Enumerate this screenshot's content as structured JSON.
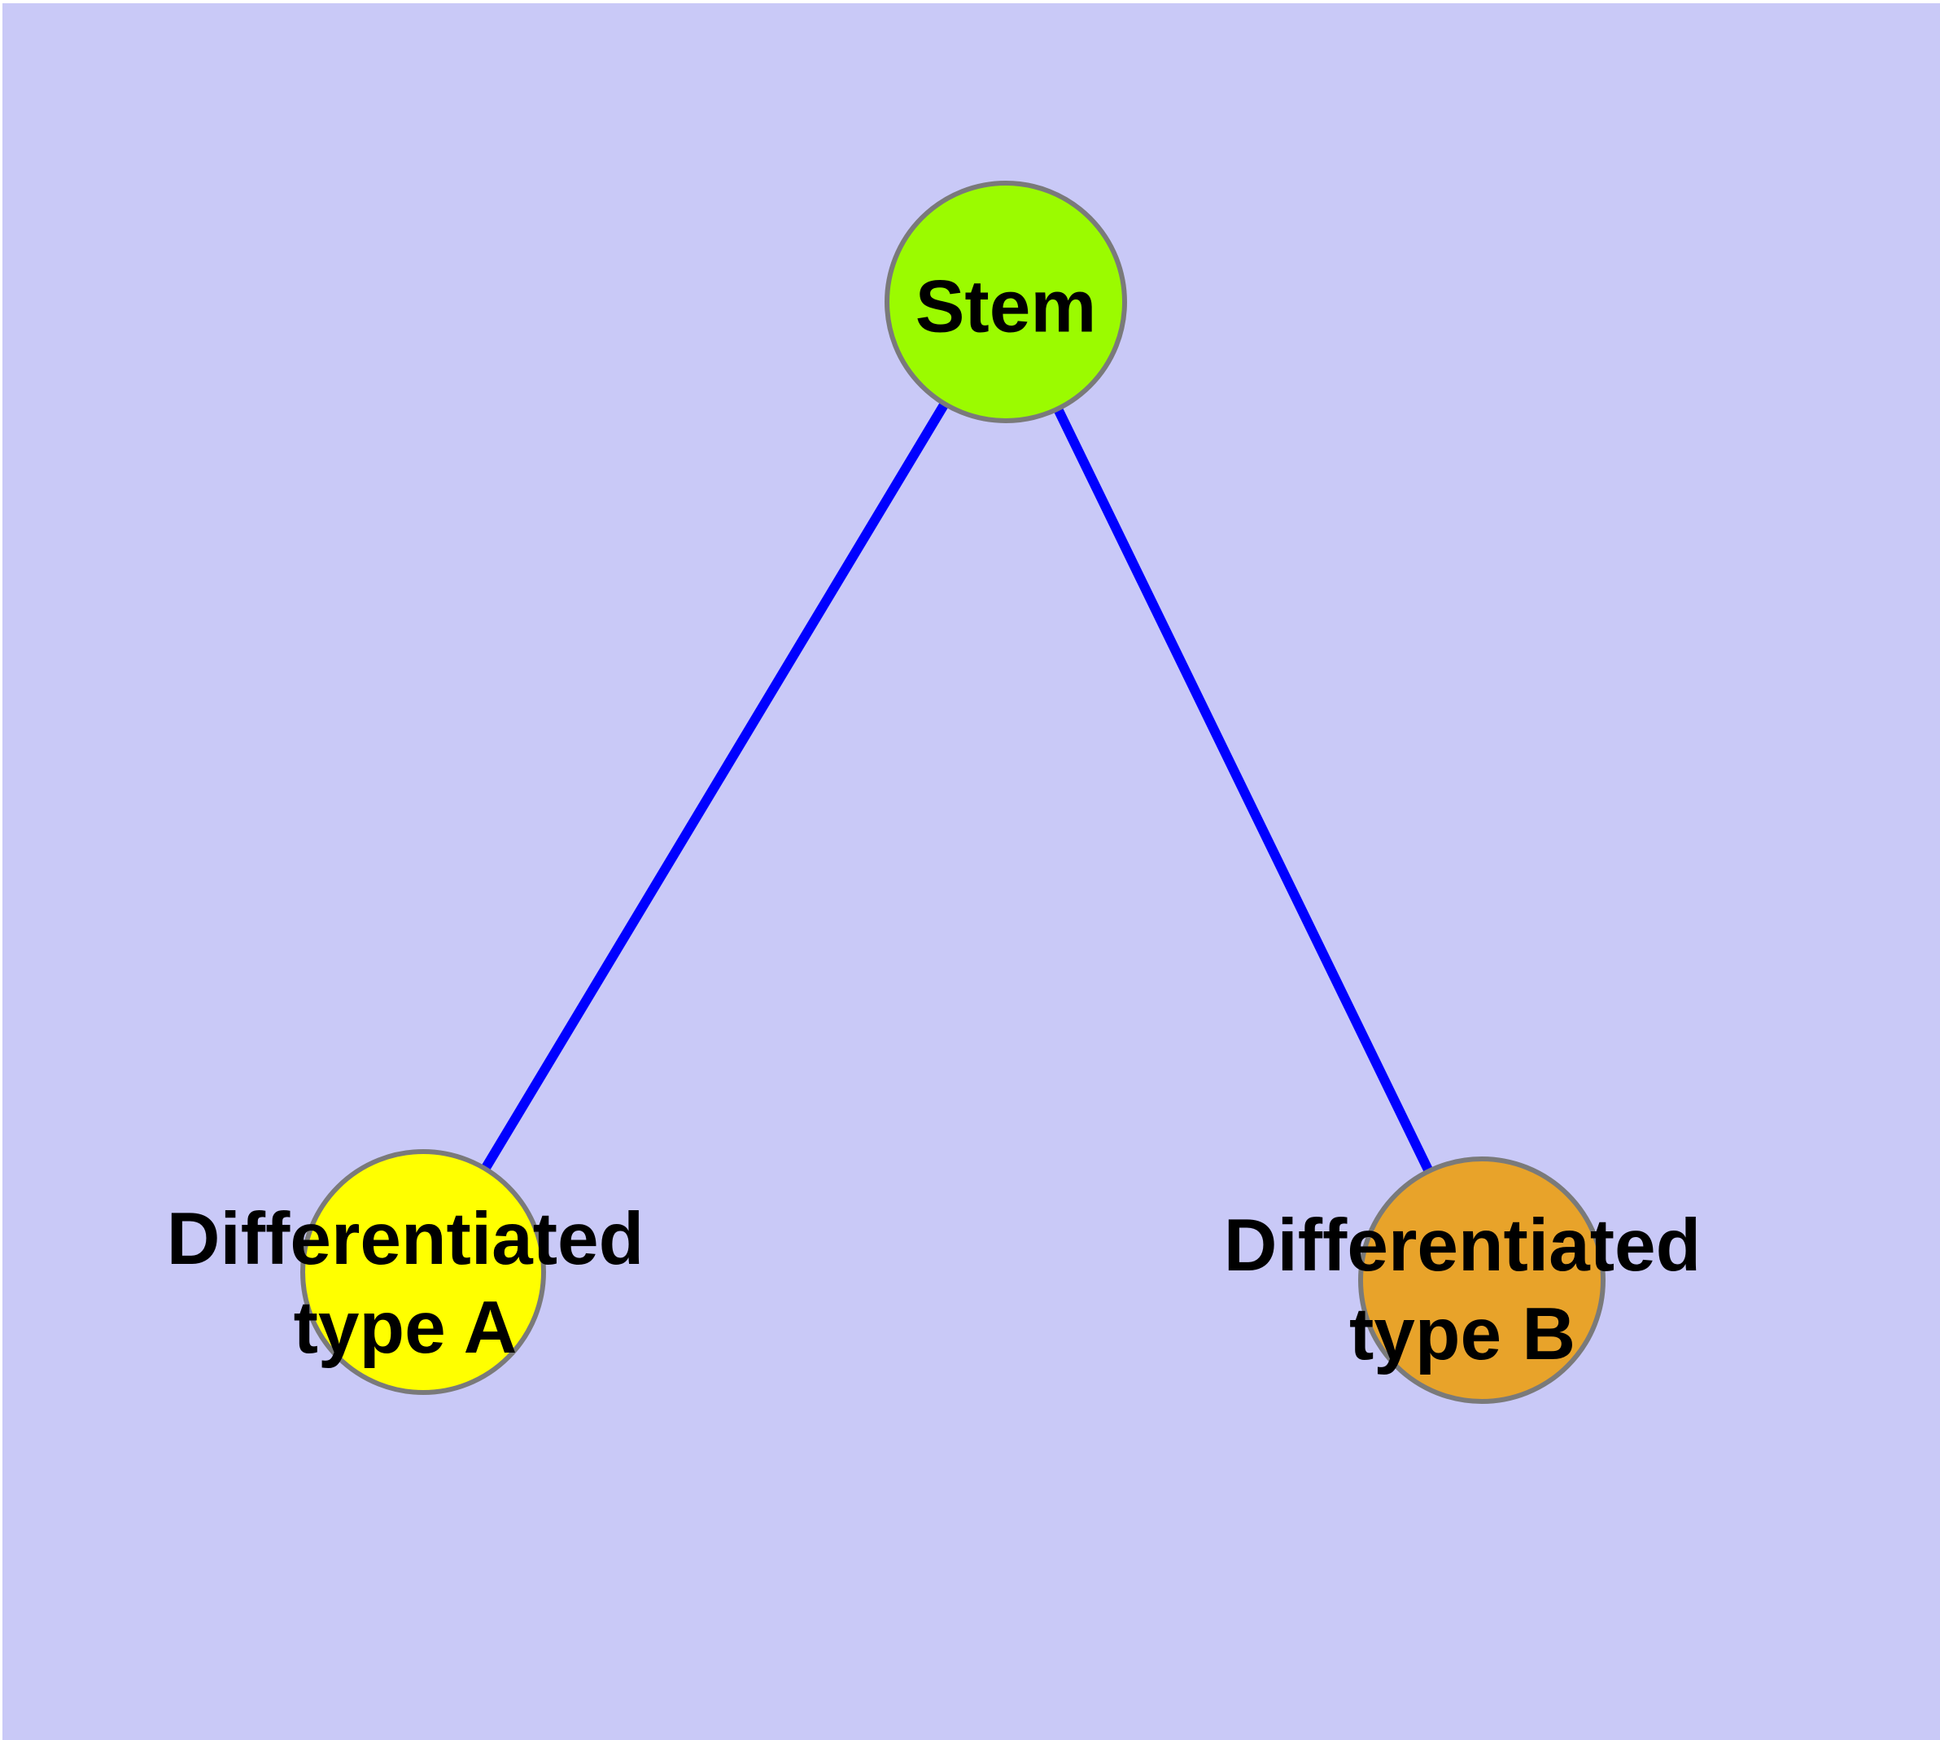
{
  "diagram": {
    "background_color": "#C9C9F7",
    "edge_color": "#0000FF",
    "node_border_color": "#7A7A7A",
    "nodes": {
      "stem": {
        "label": "Stem",
        "fill_color": "#9BFB00"
      },
      "type_a": {
        "label": "Differentiated\ntype A",
        "fill_color": "#FFFF00"
      },
      "type_b": {
        "label": "Differentiated\ntype B",
        "fill_color": "#E8A32A"
      }
    },
    "edges": [
      {
        "from": "stem",
        "to": "type_a"
      },
      {
        "from": "stem",
        "to": "type_b"
      }
    ]
  }
}
